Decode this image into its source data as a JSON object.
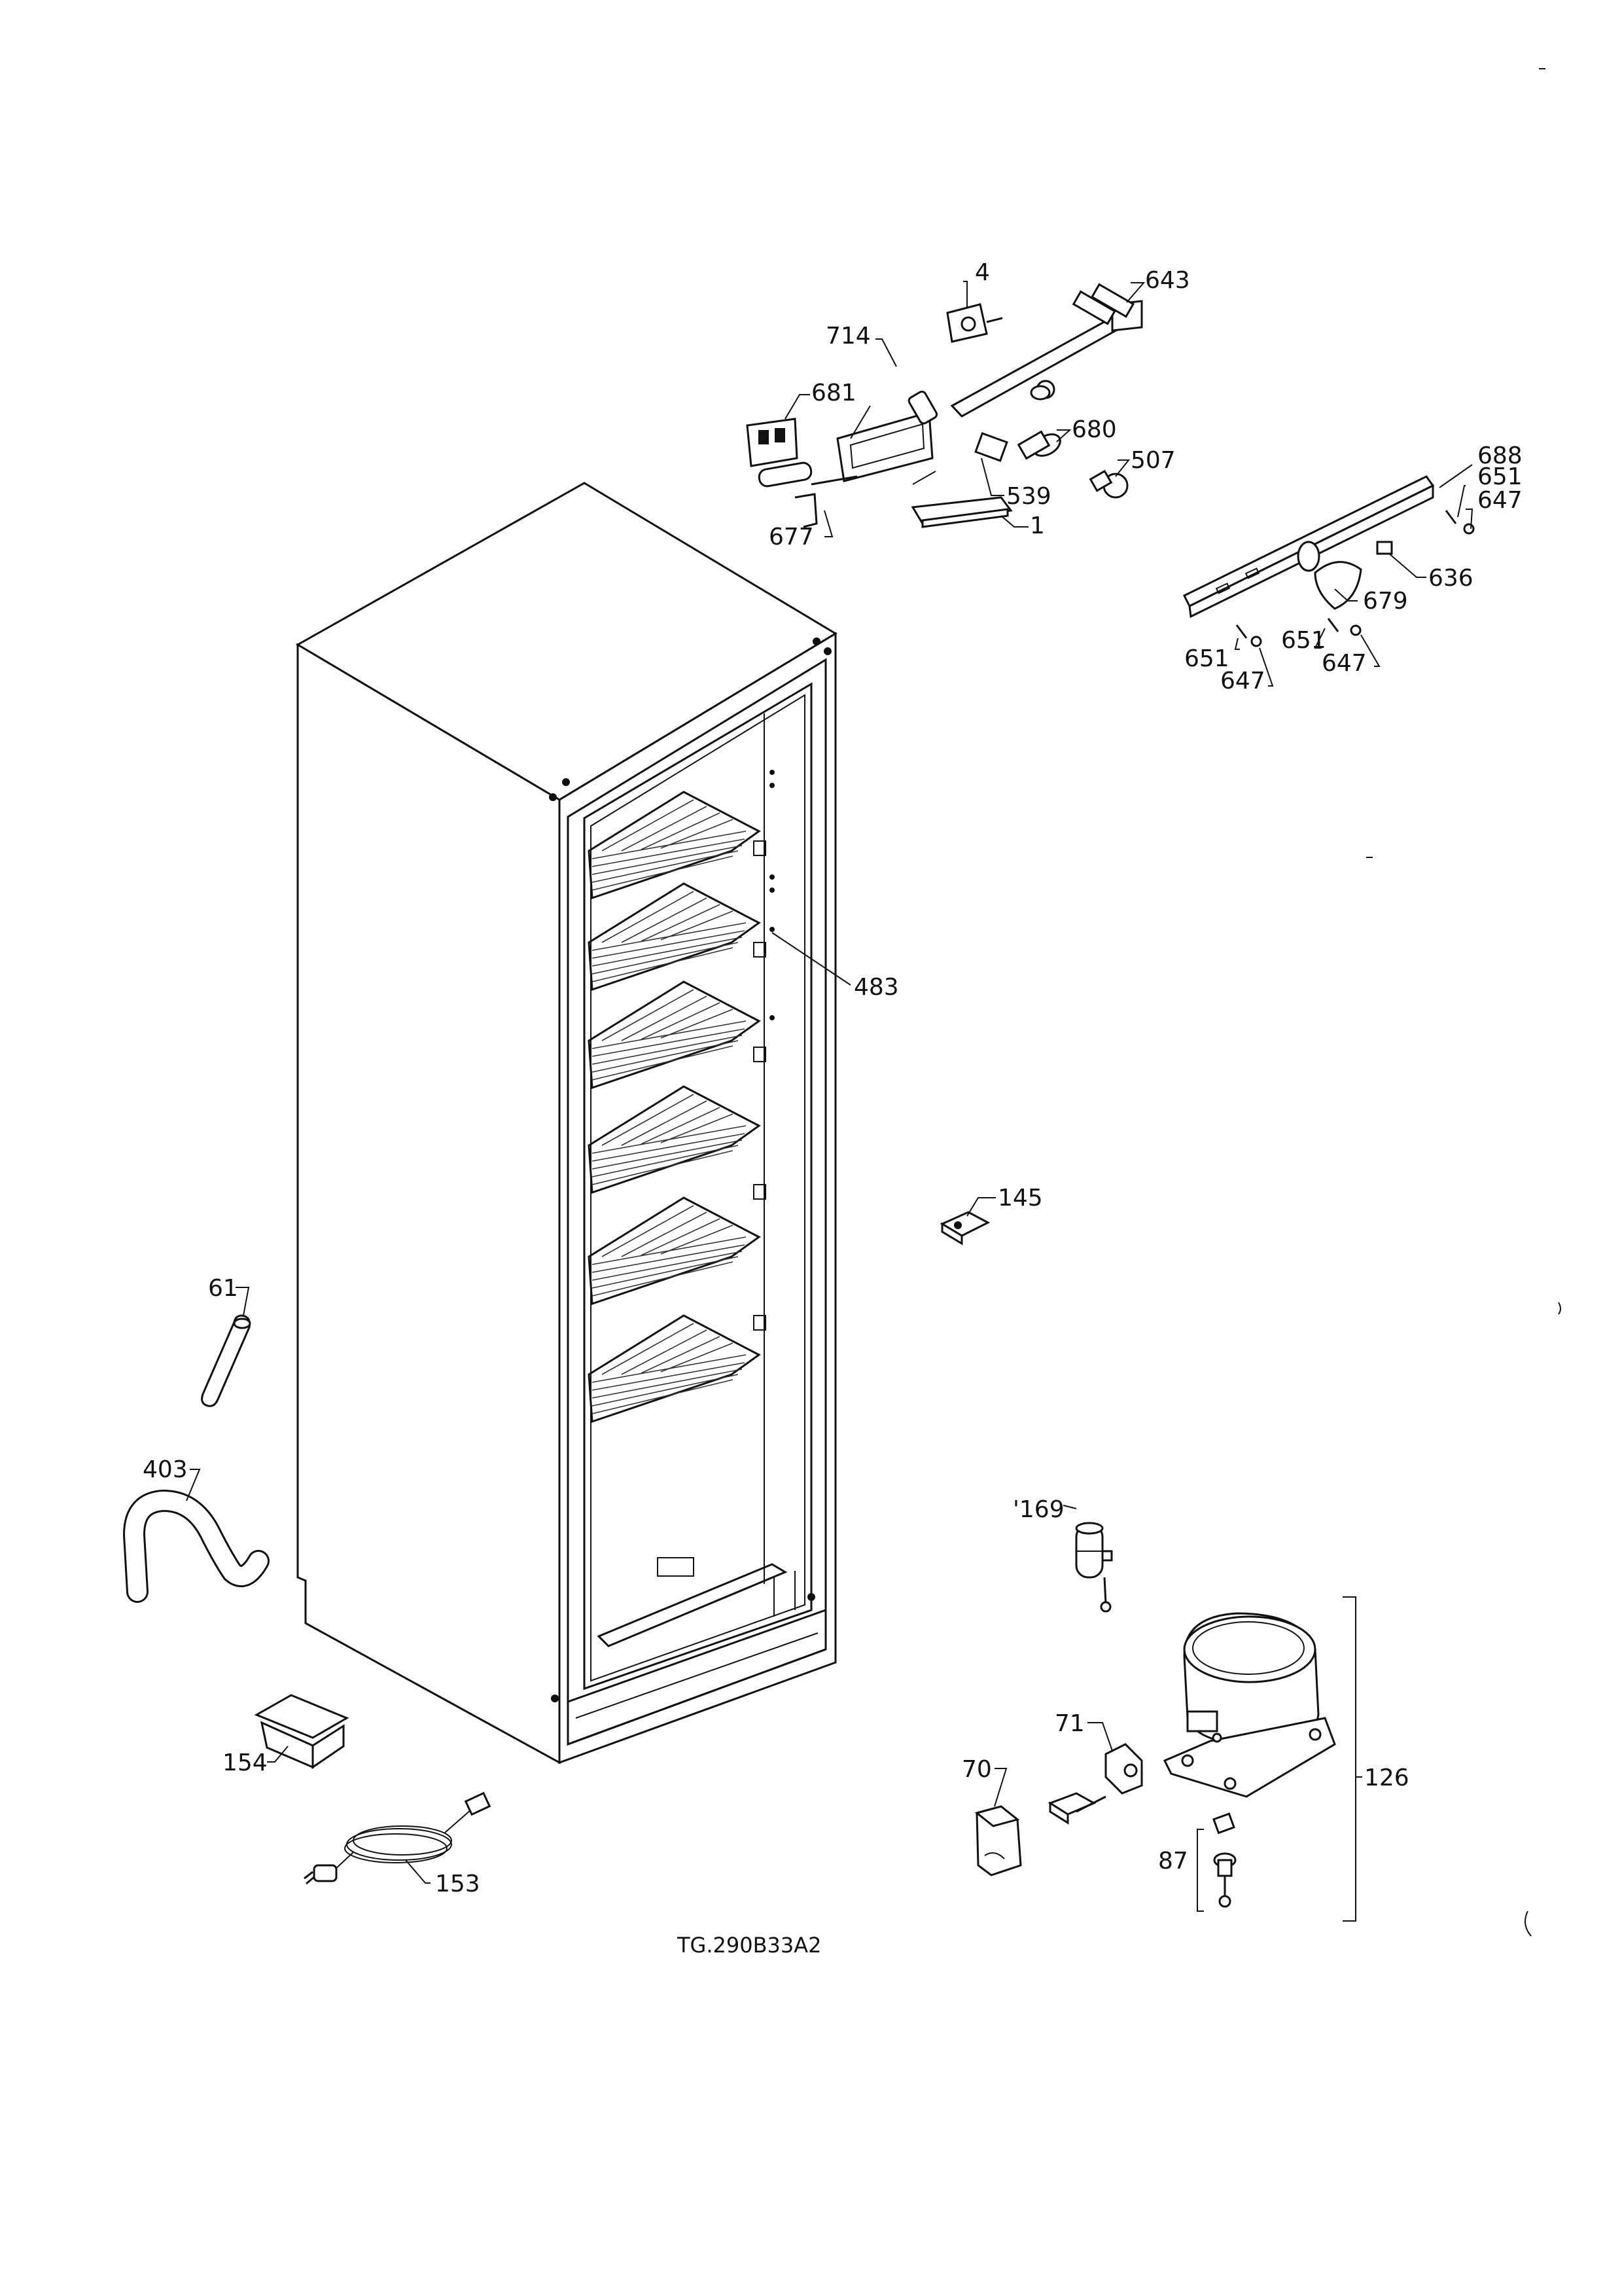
{
  "drawing": {
    "code": "TG.290B33A2",
    "labels": [
      {
        "id": "p4",
        "text": "4"
      },
      {
        "id": "p643",
        "text": "643"
      },
      {
        "id": "p714",
        "text": "714"
      },
      {
        "id": "p681",
        "text": "681"
      },
      {
        "id": "p680",
        "text": "680"
      },
      {
        "id": "p507",
        "text": "507"
      },
      {
        "id": "p539",
        "text": "539"
      },
      {
        "id": "p1",
        "text": "1"
      },
      {
        "id": "p677",
        "text": "677"
      },
      {
        "id": "p688",
        "text": "688"
      },
      {
        "id": "p651a",
        "text": "651"
      },
      {
        "id": "p647a",
        "text": "647"
      },
      {
        "id": "p636",
        "text": "636"
      },
      {
        "id": "p679",
        "text": "679"
      },
      {
        "id": "p651b",
        "text": "651"
      },
      {
        "id": "p651c",
        "text": "651"
      },
      {
        "id": "p647b",
        "text": "647"
      },
      {
        "id": "p647c",
        "text": "647"
      },
      {
        "id": "p483",
        "text": "483"
      },
      {
        "id": "p145",
        "text": "145"
      },
      {
        "id": "p61",
        "text": "61"
      },
      {
        "id": "p403",
        "text": "403"
      },
      {
        "id": "p169",
        "text": "'169"
      },
      {
        "id": "p71",
        "text": "71"
      },
      {
        "id": "p70",
        "text": "70"
      },
      {
        "id": "p126",
        "text": "126"
      },
      {
        "id": "p87",
        "text": "87"
      },
      {
        "id": "p154",
        "text": "154"
      },
      {
        "id": "p153",
        "text": "153"
      }
    ]
  }
}
